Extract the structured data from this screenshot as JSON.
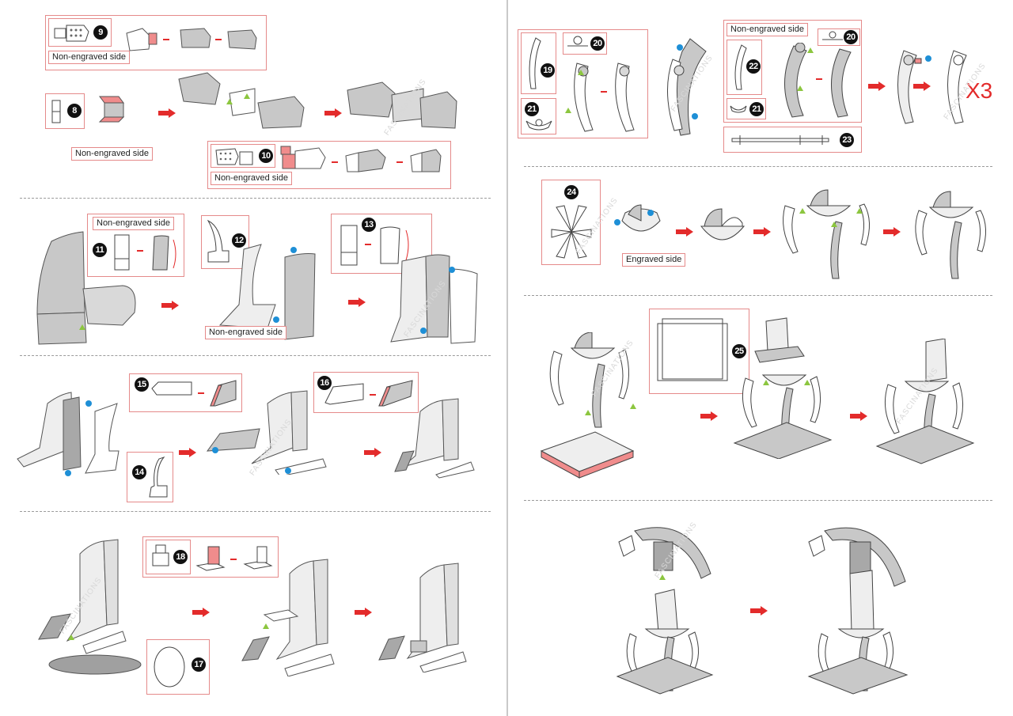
{
  "document": {
    "watermark": "FASCINATIONS",
    "colors": {
      "callout_border": "#e58a8a",
      "arrow_red": "#e32b2b",
      "marker_blue": "#1e8fd6",
      "marker_green": "#8cc63f",
      "part_gray": "#c8c8c8",
      "highlight_pink": "#f08c8c"
    }
  },
  "left_page": {
    "rows": [
      {
        "steps": [
          {
            "number": "9",
            "label": "Non-engraved side"
          },
          {
            "number": "8",
            "label": "Non-engraved side"
          },
          {
            "number": "10",
            "label": "Non-engraved side"
          }
        ]
      },
      {
        "steps": [
          {
            "number": "11",
            "label": "Non-engraved side"
          },
          {
            "number": "12",
            "label": "Non-engraved side"
          },
          {
            "number": "13",
            "label": ""
          }
        ]
      },
      {
        "steps": [
          {
            "number": "14",
            "label": ""
          },
          {
            "number": "15",
            "label": ""
          },
          {
            "number": "16",
            "label": ""
          }
        ]
      },
      {
        "steps": [
          {
            "number": "17",
            "label": ""
          },
          {
            "number": "18",
            "label": ""
          }
        ]
      }
    ]
  },
  "right_page": {
    "rows": [
      {
        "steps": [
          {
            "number": "19",
            "label": ""
          },
          {
            "number": "20",
            "label": ""
          },
          {
            "number": "21",
            "label": ""
          },
          {
            "number": "22",
            "label": "Non-engraved side"
          },
          {
            "number": "20",
            "label": ""
          },
          {
            "number": "21",
            "label": ""
          },
          {
            "number": "23",
            "label": ""
          }
        ],
        "multiplier": "X3"
      },
      {
        "steps": [
          {
            "number": "24",
            "label": "Engraved side"
          }
        ]
      },
      {
        "steps": [
          {
            "number": "25",
            "label": ""
          }
        ]
      },
      {
        "steps": []
      }
    ]
  }
}
